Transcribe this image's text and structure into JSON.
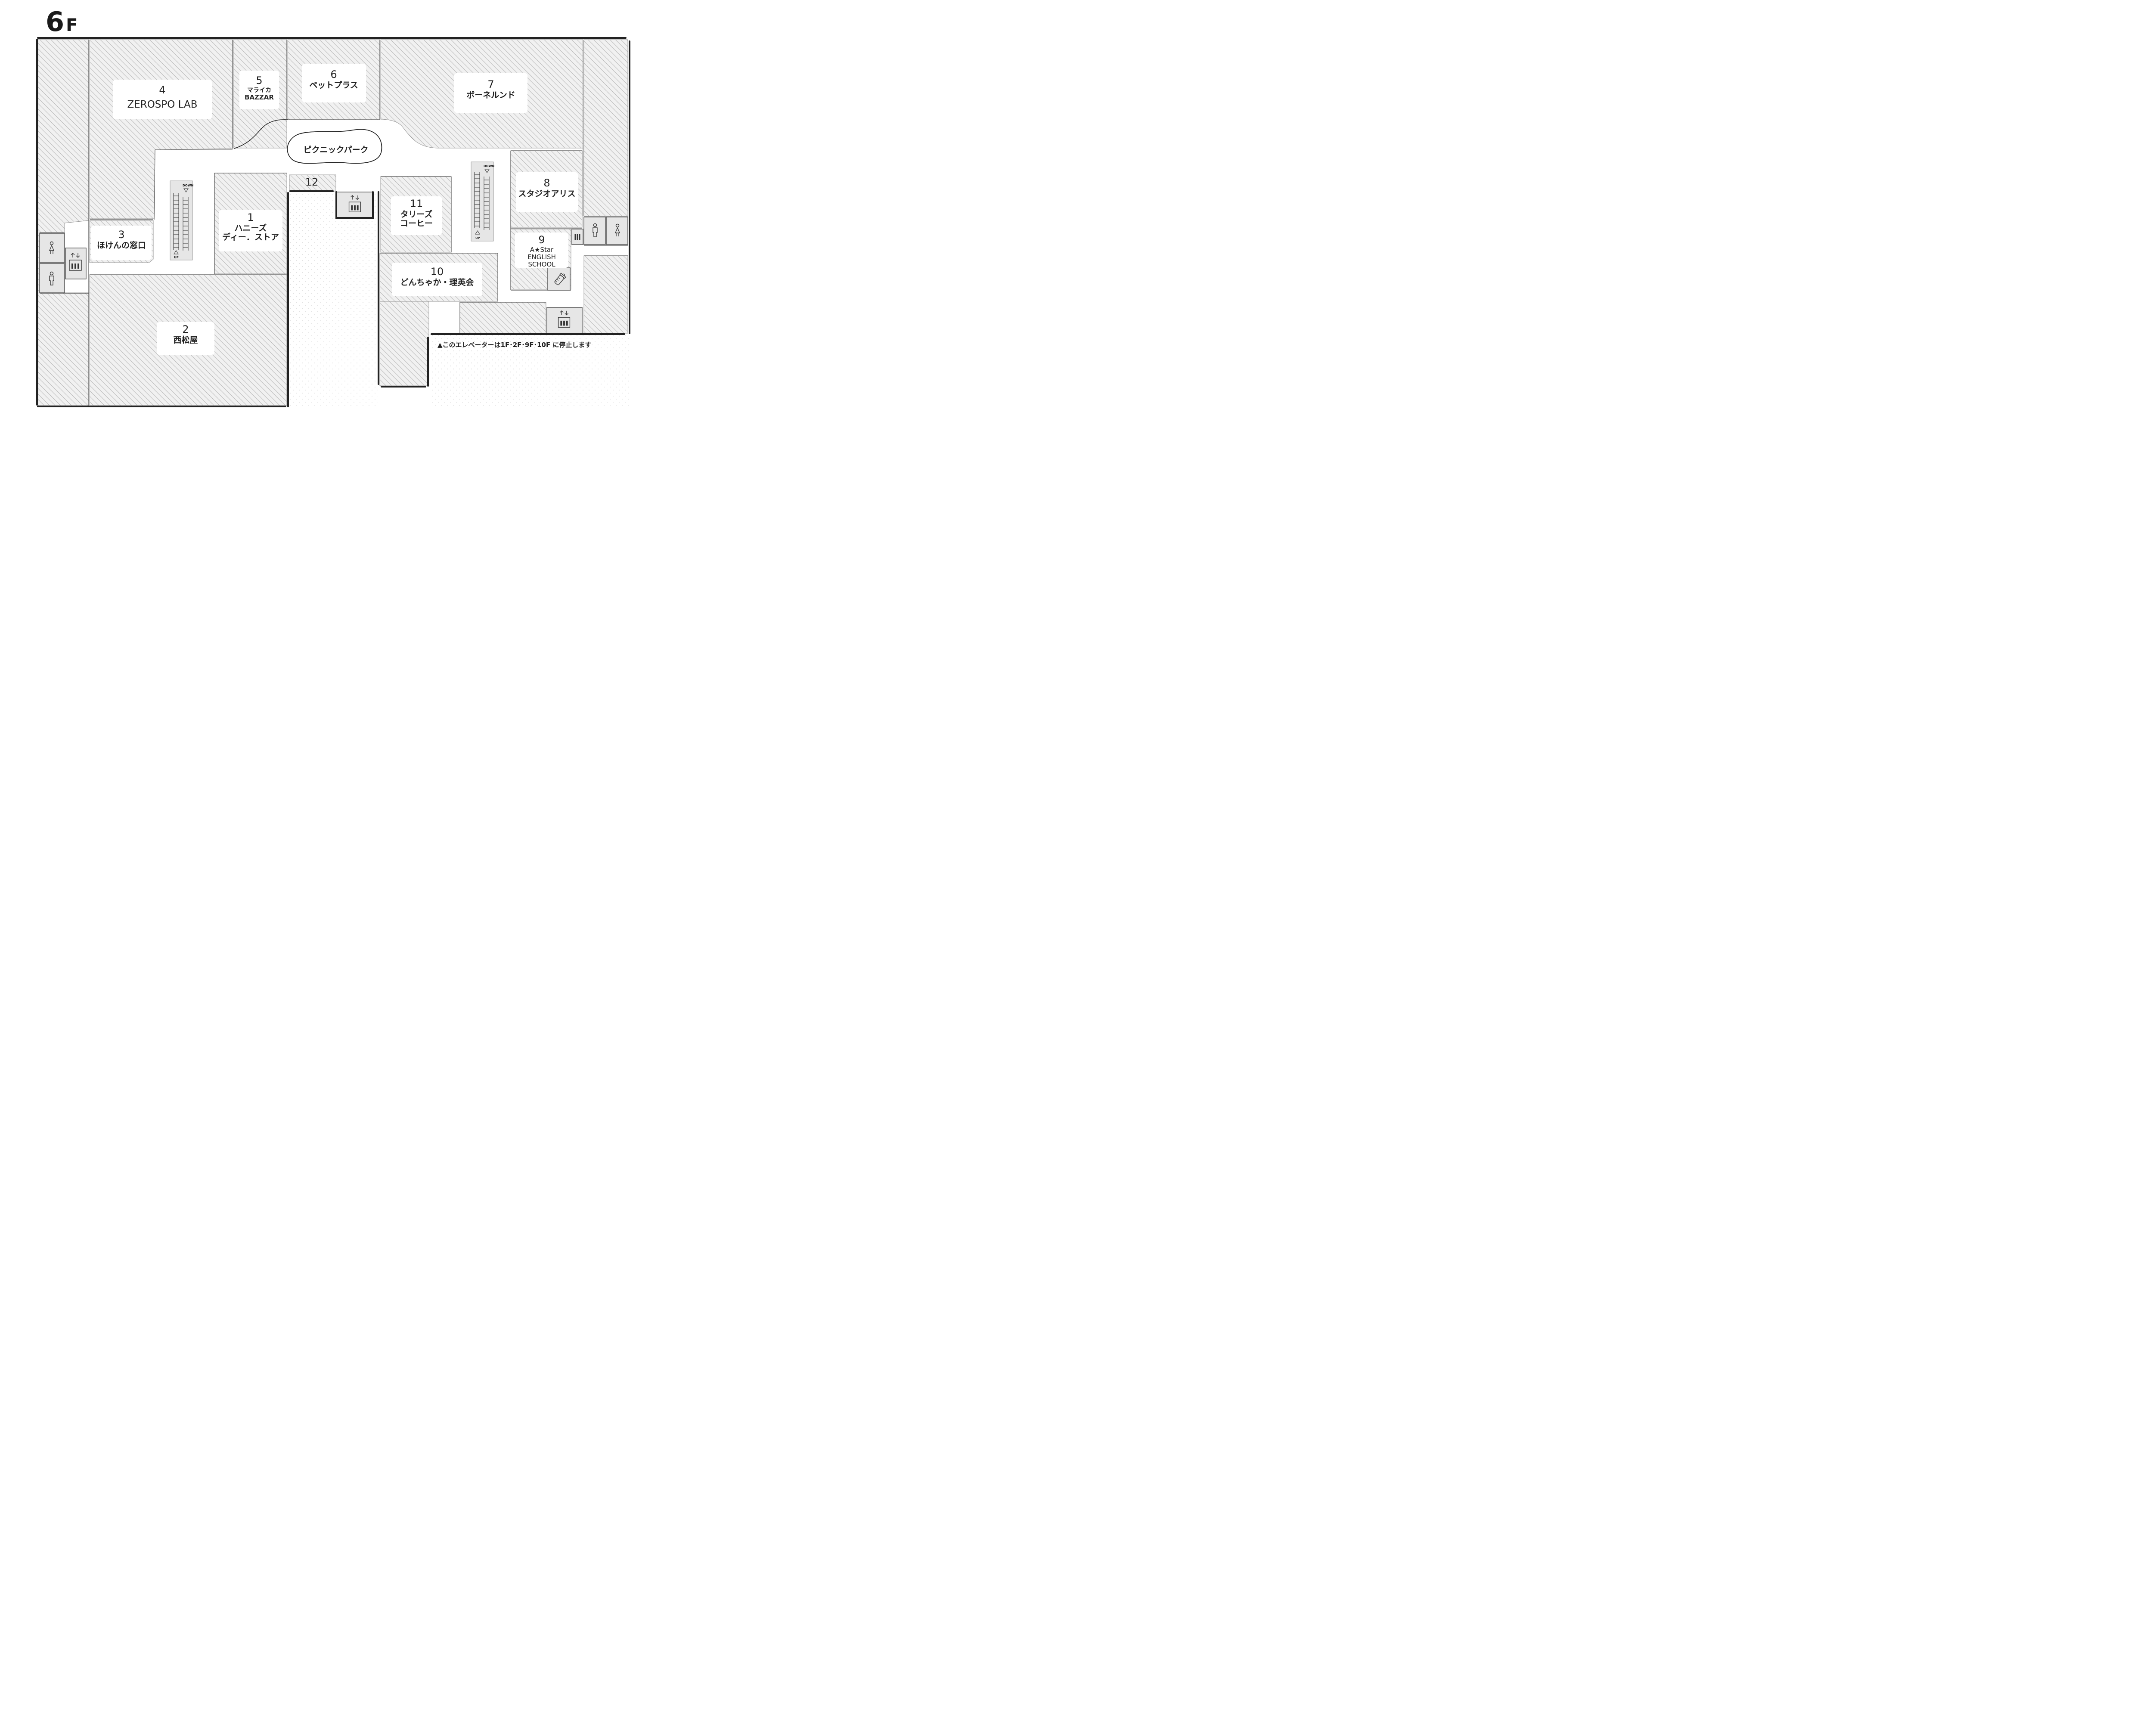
{
  "floor": {
    "number": "6",
    "unit": "F"
  },
  "shops": [
    {
      "id": "1",
      "number": "1",
      "lines": [
        "ハニーズ",
        "ディー．ストア"
      ]
    },
    {
      "id": "2",
      "number": "2",
      "lines": [
        "西松屋"
      ]
    },
    {
      "id": "3",
      "number": "3",
      "lines": [
        "ほけんの窓口"
      ]
    },
    {
      "id": "4",
      "number": "4",
      "lines": [
        "ZEROSPO  LAB"
      ]
    },
    {
      "id": "5",
      "number": "5",
      "lines": [
        "マライカ",
        "BAZZAR"
      ]
    },
    {
      "id": "6",
      "number": "6",
      "lines": [
        "ペットプラス"
      ]
    },
    {
      "id": "7",
      "number": "7",
      "lines": [
        "ボーネルンド"
      ]
    },
    {
      "id": "8",
      "number": "8",
      "lines": [
        "スタジオアリス"
      ]
    },
    {
      "id": "9",
      "number": "9",
      "lines": [
        "A★Star",
        "ENGLISH SCHOOL"
      ]
    },
    {
      "id": "10",
      "number": "10",
      "lines": [
        "どんちゃか・理英会"
      ]
    },
    {
      "id": "11",
      "number": "11",
      "lines": [
        "タリーズ",
        "コーヒー"
      ]
    },
    {
      "id": "12",
      "number": "12",
      "lines": []
    }
  ],
  "plaza": {
    "label": "ピクニックパーク"
  },
  "escalator": {
    "down_label": "DOWN",
    "up_label": "UP"
  },
  "elevator_note": "▲このエレベーターは1F･2F･9F･10F に停止します",
  "icons": [
    "womens-restroom-icon",
    "mens-restroom-icon",
    "elevator-icon",
    "escalator-icon",
    "multipurpose-restroom-icon",
    "baby-bottle-icon"
  ],
  "colors": {
    "wall": "#222222",
    "hatch": "#b8b8b8",
    "facility": "#e6e6e6",
    "label_bg": "#ffffff"
  }
}
